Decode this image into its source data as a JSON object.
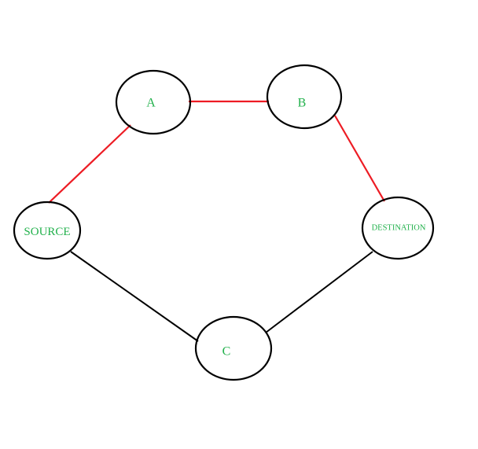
{
  "colors": {
    "background": "#ffffff",
    "node_outline": "#000000",
    "label": "#22b14c",
    "highlighted_edge": "#ed1c24",
    "plain_edge": "#000000"
  },
  "nodes": {
    "source": {
      "label": "SOURCE"
    },
    "a": {
      "label": "A"
    },
    "b": {
      "label": "B"
    },
    "c": {
      "label": "C"
    },
    "destination": {
      "label": "DESTINATION"
    }
  },
  "edges": [
    {
      "from": "SOURCE",
      "to": "A",
      "highlighted": true
    },
    {
      "from": "A",
      "to": "B",
      "highlighted": true
    },
    {
      "from": "B",
      "to": "DESTINATION",
      "highlighted": true
    },
    {
      "from": "SOURCE",
      "to": "C",
      "highlighted": false
    },
    {
      "from": "C",
      "to": "DESTINATION",
      "highlighted": false
    }
  ]
}
